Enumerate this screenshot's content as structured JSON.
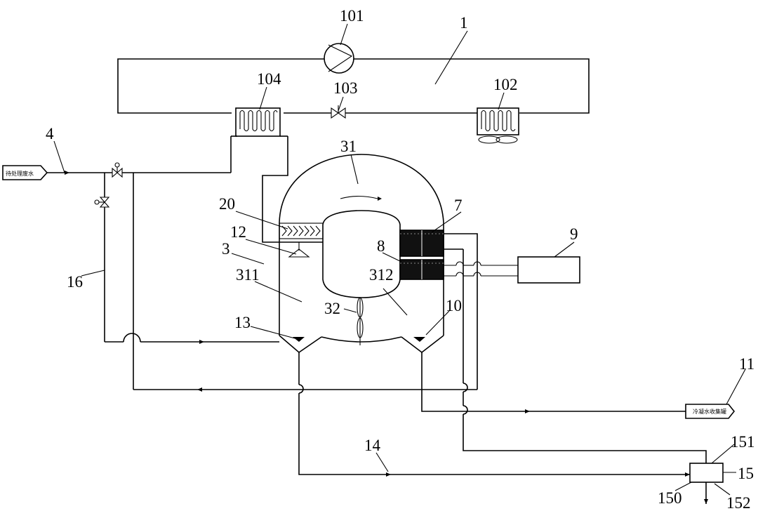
{
  "labels": {
    "l101": "101",
    "l1": "1",
    "l104": "104",
    "l103": "103",
    "l102": "102",
    "l4": "4",
    "l31": "31",
    "l20": "20",
    "l7": "7",
    "l12": "12",
    "l8": "8",
    "l9": "9",
    "l3": "3",
    "l311": "311",
    "l312": "312",
    "l16": "16",
    "l32": "32",
    "l13": "13",
    "l10": "10",
    "l11": "11",
    "l14": "14",
    "l151": "151",
    "l15": "15",
    "l150": "150",
    "l152": "152"
  },
  "tags": {
    "inlet": "待处理废水",
    "outlet": "冷凝水收集罐"
  }
}
